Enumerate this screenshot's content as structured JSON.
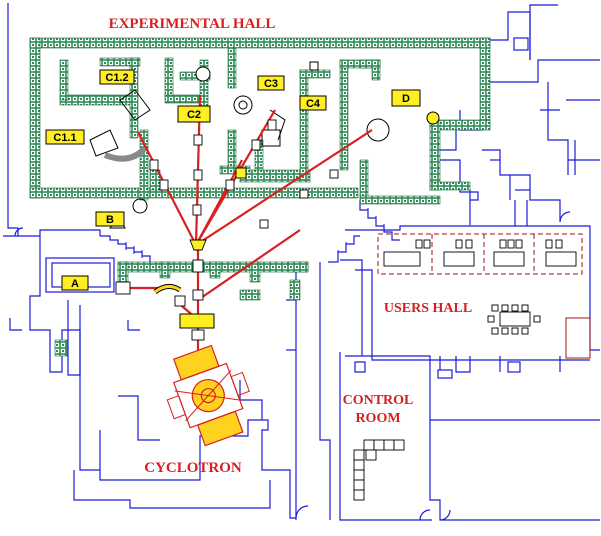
{
  "labels": {
    "experimental_hall": "EXPERIMENTAL HALL",
    "users_hall": "USERS HALL",
    "control_room_line1": "CONTROL",
    "control_room_line2": "ROOM",
    "cyclotron": "CYCLOTRON"
  },
  "areas": {
    "c12": "C1.2",
    "c11": "C1.1",
    "c2": "C2",
    "c3": "C3",
    "c4": "C4",
    "d": "D",
    "b": "B",
    "a": "A"
  },
  "colors": {
    "wall_blue": "#1a1ad8",
    "shield_green": "#2e8b57",
    "beam_red": "#d82020",
    "label_red": "#d82020",
    "label_box_yellow": "#ffee22",
    "machine_yellow": "#ffd21f",
    "users_dashed": "#9a1a1a"
  }
}
